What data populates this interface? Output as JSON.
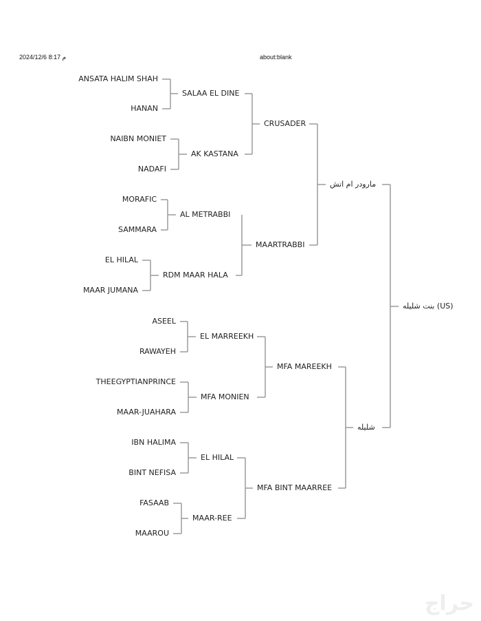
{
  "header": {
    "datetime": "م 8:17 2024/12/6",
    "url": "about:blank"
  },
  "watermark": "حراج",
  "pedigree": {
    "nodes": [
      "بنت شليله (US)",
      "مارودر ام اتش",
      "شليله",
      "CRUSADER",
      "MAARTRABBI",
      "MFA MAREEKH",
      "MFA BINT MAARREE",
      "SALAA EL DINE",
      "AK KASTANA",
      "AL METRABBI",
      "RDM MAAR HALA",
      "EL MARREEKH",
      "MFA MONIEN",
      "EL HILAL",
      "MAAR-REE",
      "ANSATA HALIM SHAH",
      "HANAN",
      "NAIBN MONIET",
      "NADAFI",
      "MORAFIC",
      "SAMMARA",
      "EL HILAL",
      "MAAR JUMANA",
      "ASEEL",
      "RAWAYEH",
      "THEEGYPTIANPRINCE",
      "MAAR-JUAHARA",
      "IBN HALIMA",
      "BINT NEFISA",
      "FASAAB",
      "MAAROU"
    ]
  },
  "colors": {
    "line": "#9a9a9a",
    "text": "#222222"
  }
}
